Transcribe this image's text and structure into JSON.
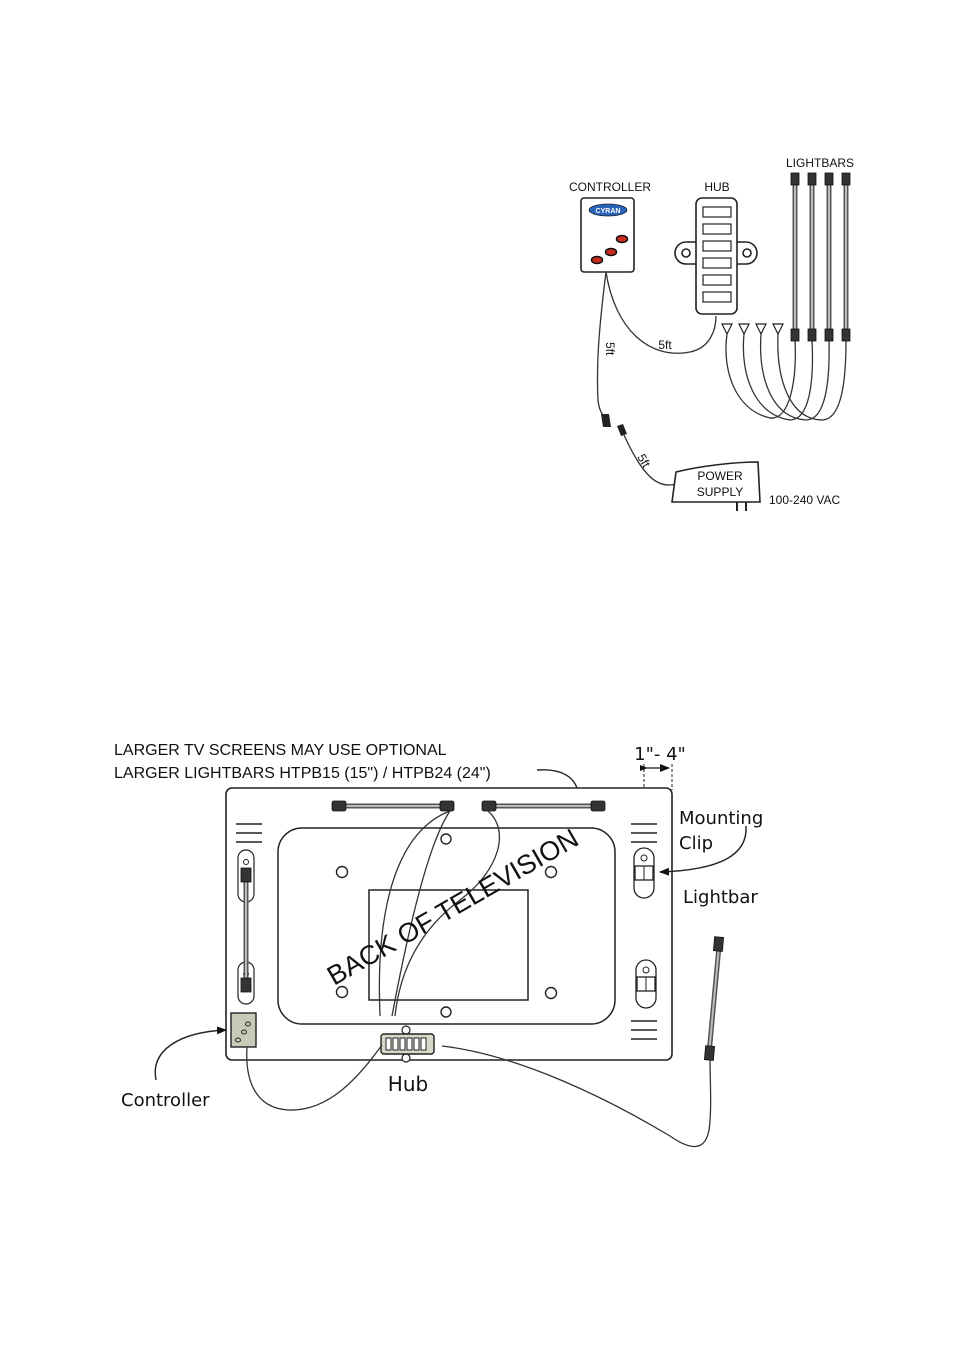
{
  "top_diagram": {
    "controller_label": "CONTROLLER",
    "controller_logo": "CYRAN",
    "hub_label": "HUB",
    "lightbars_label": "LIGHTBARS",
    "cable_ctrl_hub": "5ft",
    "cable_ctrl_power": "5ft",
    "cable_power": "5ft",
    "power_supply_line1": "POWER",
    "power_supply_line2": "SUPPLY",
    "voltage": "100-240 VAC",
    "colors": {
      "button_accent": "#cc2a1c",
      "logo_blue": "#2a63b8"
    }
  },
  "bottom_diagram": {
    "note_line1": "LARGER TV SCREENS MAY USE OPTIONAL",
    "note_line2": "LARGER LIGHTBARS HTPB15 (15\") / HTPB24 (24\")",
    "spacing": "1\"- 4\"",
    "mounting_clip_line1": "Mounting",
    "mounting_clip_line2": "Clip",
    "lightbar_label": "Lightbar",
    "tv_label": "BACK OF TELEVISION",
    "hub_label": "Hub",
    "controller_label": "Controller"
  }
}
